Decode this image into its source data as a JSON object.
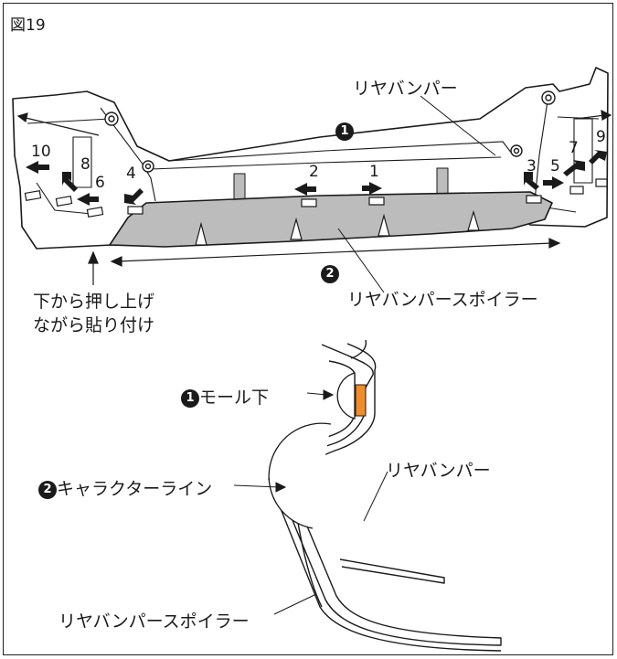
{
  "figure": {
    "label": "図19"
  },
  "labels": {
    "rear_bumper_top": "リヤバンパー",
    "spoiler_top": "リヤバンパースポイラー",
    "instruction_line1": "下から押し上げ",
    "instruction_line2": "ながら貼り付け",
    "under_molding": "モール下",
    "character_line": "キャラクターライン",
    "rear_bumper_bottom": "リヤバンパー",
    "spoiler_bottom": "リヤバンパースポイラー"
  },
  "markers": {
    "one": "1",
    "two": "2"
  },
  "steps": [
    "1",
    "2",
    "3",
    "4",
    "5",
    "6",
    "7",
    "8",
    "9",
    "10"
  ],
  "colors": {
    "spoiler_fill": "#bcbcbc",
    "tape": "#f28c28",
    "line": "#1a1a1a"
  }
}
